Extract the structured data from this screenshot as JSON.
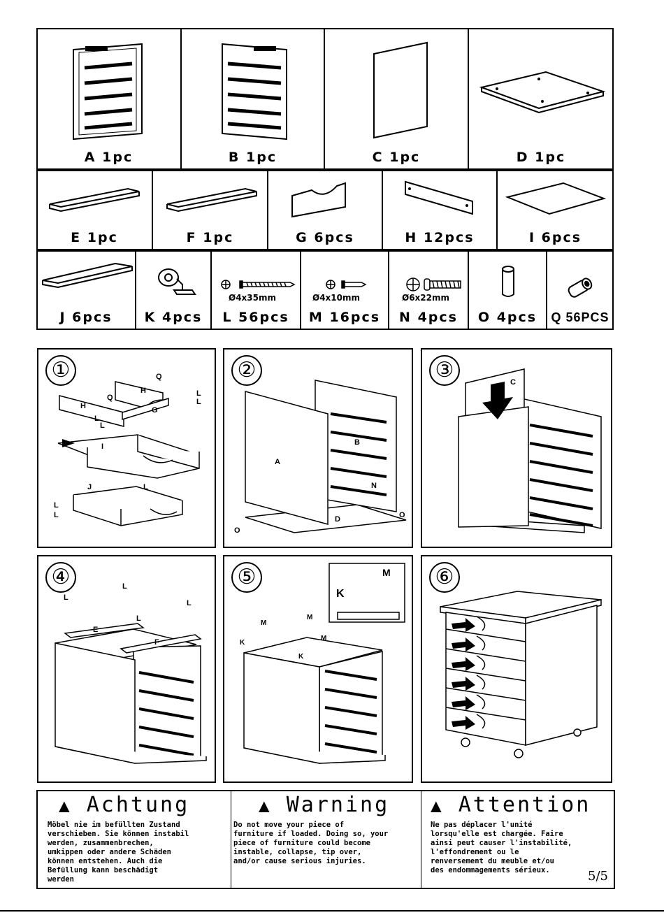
{
  "parts": {
    "row1": [
      {
        "letter": "A",
        "qty": "1pc"
      },
      {
        "letter": "B",
        "qty": "1pc"
      },
      {
        "letter": "C",
        "qty": "1pc"
      },
      {
        "letter": "D",
        "qty": "1pc"
      }
    ],
    "row2": [
      {
        "letter": "E",
        "qty": "1pc"
      },
      {
        "letter": "F",
        "qty": "1pc"
      },
      {
        "letter": "G",
        "qty": "6pcs"
      },
      {
        "letter": "H",
        "qty": "12pcs"
      },
      {
        "letter": "I",
        "qty": "6pcs"
      }
    ],
    "row3": [
      {
        "letter": "J",
        "qty": "6pcs",
        "dim": ""
      },
      {
        "letter": "K",
        "qty": "4pcs",
        "dim": ""
      },
      {
        "letter": "L",
        "qty": "56pcs",
        "dim": "Ø4x35mm"
      },
      {
        "letter": "M",
        "qty": "16pcs",
        "dim": "Ø4x10mm"
      },
      {
        "letter": "N",
        "qty": "4pcs",
        "dim": "Ø6x22mm"
      },
      {
        "letter": "O",
        "qty": "4pcs",
        "dim": ""
      },
      {
        "letter": "Q",
        "qty": "56PCS",
        "dim": ""
      }
    ]
  },
  "steps": {
    "s1": {
      "num": "①",
      "labels": [
        "Q",
        "H",
        "L",
        "L",
        "H",
        "G",
        "Q",
        "L",
        "L",
        "I",
        "J",
        "L",
        "L",
        "L"
      ]
    },
    "s2": {
      "num": "②",
      "labels": [
        "A",
        "B",
        "N",
        "O",
        "D",
        "O"
      ]
    },
    "s3": {
      "num": "③",
      "labels": [
        "C"
      ]
    },
    "s4": {
      "num": "④",
      "labels": [
        "L",
        "L",
        "L",
        "L",
        "E",
        "F"
      ]
    },
    "s5": {
      "num": "⑤",
      "labels": [
        "M",
        "K",
        "M",
        "K",
        "M",
        "K",
        "M"
      ]
    },
    "s6": {
      "num": "⑥"
    }
  },
  "warnings": {
    "de": {
      "title": "Achtung",
      "lines": [
        "Möbel nie im befüllten Zustand",
        "verschieben. Sie können instabil",
        "werden, zusammenbrechen,",
        "umkippen oder andere Schäden",
        "können entstehen. Auch die",
        "Befüllung kann beschädigt",
        "werden"
      ]
    },
    "en": {
      "title": "Warning",
      "lines": [
        "Do not move your piece of",
        "furniture if loaded. Doing so, your",
        "piece of furniture could become",
        "instable, collapse, tip over,",
        "and/or cause serious injuries."
      ]
    },
    "fr": {
      "title": "Attention",
      "lines": [
        "Ne pas déplacer l'unité",
        "lorsqu'elle est chargée. Faire",
        "ainsi peut causer l'instabilité,",
        "l'effondrement ou le",
        "renversement du meuble et/ou",
        "des endommagements sérieux."
      ]
    },
    "warning_icon": "warning-triangle-icon"
  },
  "page_number": "5/5"
}
